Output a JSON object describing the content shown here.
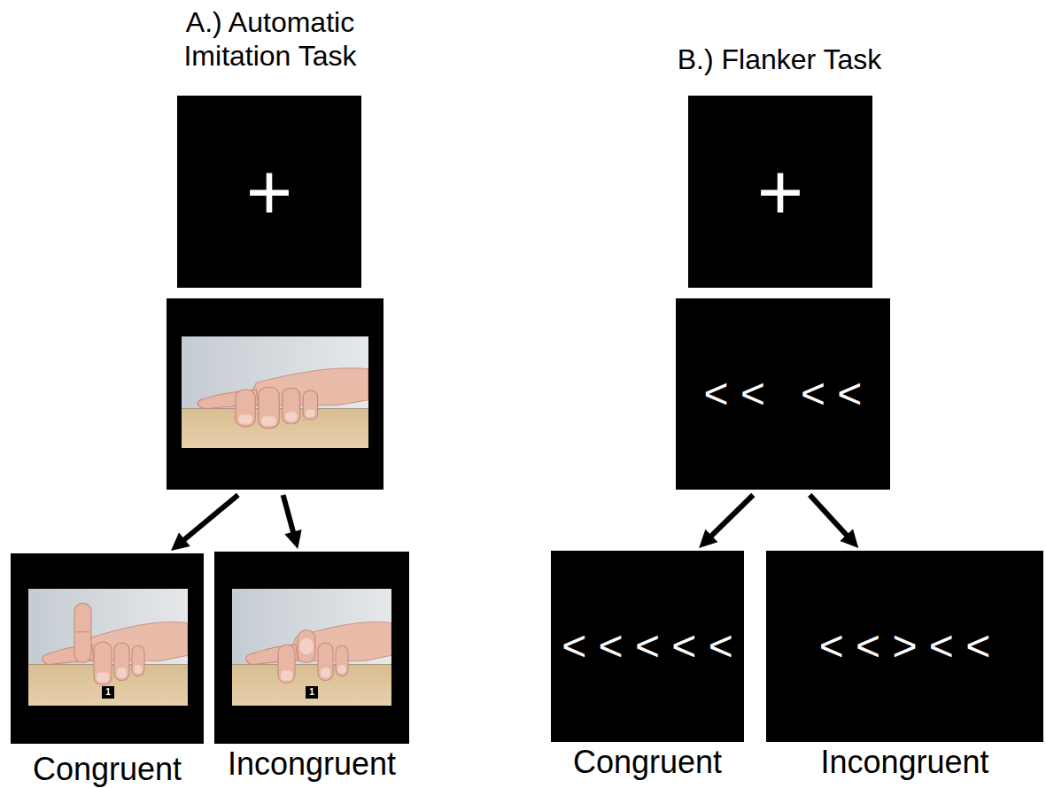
{
  "diagram": {
    "nodes": [
      {
        "text": [
          "+"
        ]
      },
      {
        "text": []
      },
      {
        "text": [
          "1",
          "Congruent"
        ]
      },
      {
        "text": [
          "1",
          "Incongruent"
        ]
      },
      {
        "text": [
          "+"
        ]
      },
      {
        "text": [
          "< <   < <"
        ]
      },
      {
        "text": [
          "< < < < <",
          "Congruent"
        ]
      },
      {
        "text": [
          "< < > < <",
          "Incongruent"
        ]
      }
    ],
    "edges": [
      {
        "from": 1,
        "to": 2,
        "arrow": "to"
      },
      {
        "from": 1,
        "to": 3,
        "arrow": "to"
      },
      {
        "from": 5,
        "to": 6,
        "arrow": "to"
      },
      {
        "from": 5,
        "to": 7,
        "arrow": "to"
      }
    ],
    "labels": [
      "A.) Automatic Imitation Task",
      "B.) Flanker Task"
    ]
  }
}
